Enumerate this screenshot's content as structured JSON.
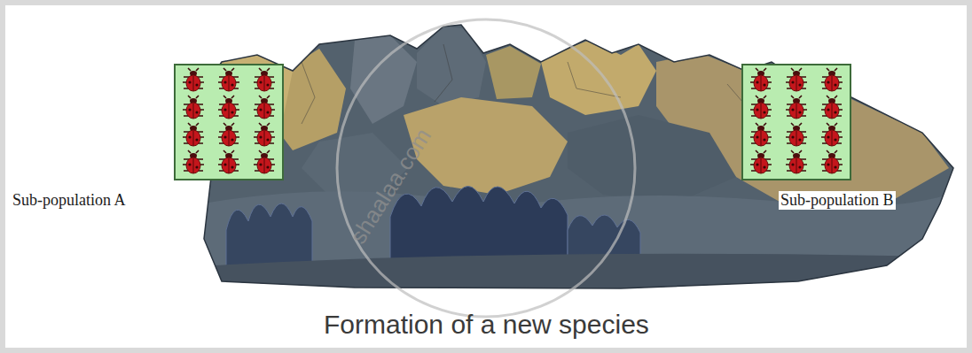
{
  "diagram": {
    "caption": "Formation of a new species",
    "nodes": [
      {
        "text": [
          "Sub-population A"
        ]
      },
      {
        "text": [
          "Sub-population B"
        ]
      }
    ],
    "labels": [
      "shaalaa.com"
    ]
  }
}
